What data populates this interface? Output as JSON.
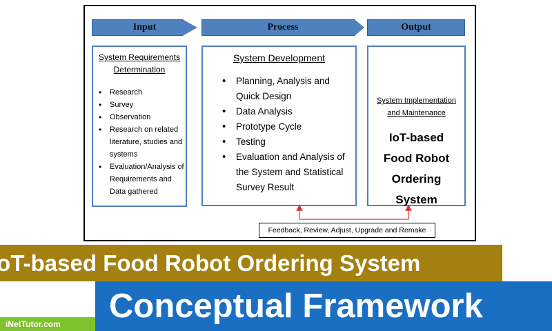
{
  "diagram": {
    "headers": {
      "input": "Input",
      "process": "Process",
      "output": "Output"
    },
    "input_box": {
      "title_line1": "System Requirements",
      "title_line2": "Determination",
      "items": [
        "Research",
        "Survey",
        "Observation",
        "Research on related literature, studies and systems",
        "Evaluation/Analysis of Requirements and Data gathered"
      ]
    },
    "process_box": {
      "title": "System Development",
      "items": [
        "Planning, Analysis and Quick Design",
        "Data Analysis",
        "Prototype Cycle",
        "Testing",
        "Evaluation and Analysis of the System and Statistical Survey Result"
      ]
    },
    "output_box": {
      "subtitle_line1": "System Implementation",
      "subtitle_line2": "and Maintenance",
      "title_lines": [
        "IoT-based",
        "Food Robot",
        "Ordering",
        "System"
      ]
    },
    "feedback": "Feedback, Review, Adjust, Upgrade and Remake",
    "colors": {
      "shape_blue": "#4f81bd",
      "feedback_red": "#e03030"
    }
  },
  "banner": {
    "title": "IoT-based Food Robot Ordering System",
    "subtitle": "Conceptual Framework",
    "brand": "iNetTutor.com",
    "colors": {
      "gold": "#a48011",
      "blue": "#1a6fc2",
      "green": "#7dc12b"
    }
  }
}
